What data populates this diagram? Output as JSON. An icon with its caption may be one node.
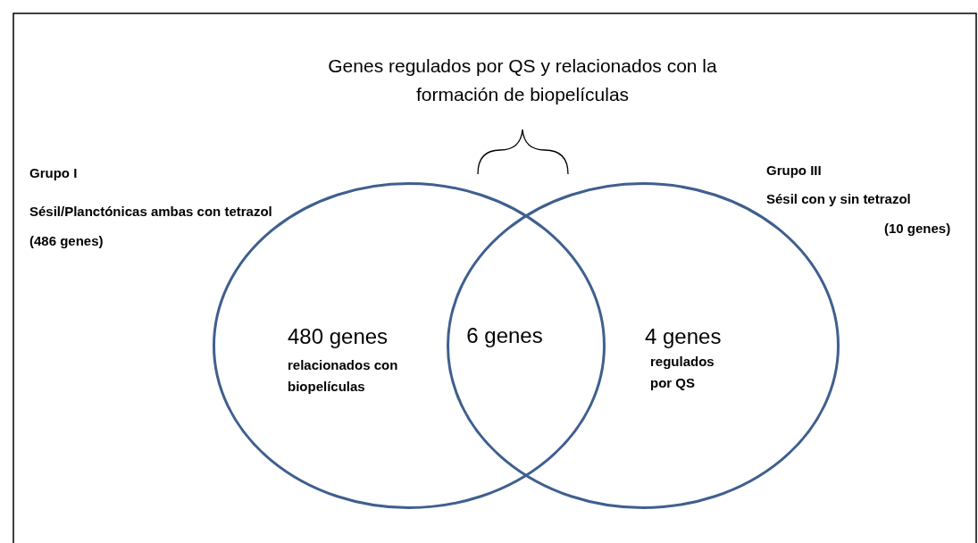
{
  "diagram": {
    "nodes": [
      {
        "text": [
          "Grupo I",
          "Sésil/Planctónicas ambas con tetrazol (486 genes)",
          "480 genes",
          "relacionados con biopelículas"
        ]
      },
      {
        "text": [
          "Grupo III",
          "Sésil con y sin tetrazol",
          "(10 genes)",
          "4 genes",
          "regulados por QS"
        ]
      }
    ],
    "labels": [
      "Genes regulados por QS y relacionados con la formación de biopelículas",
      "6 genes"
    ]
  }
}
